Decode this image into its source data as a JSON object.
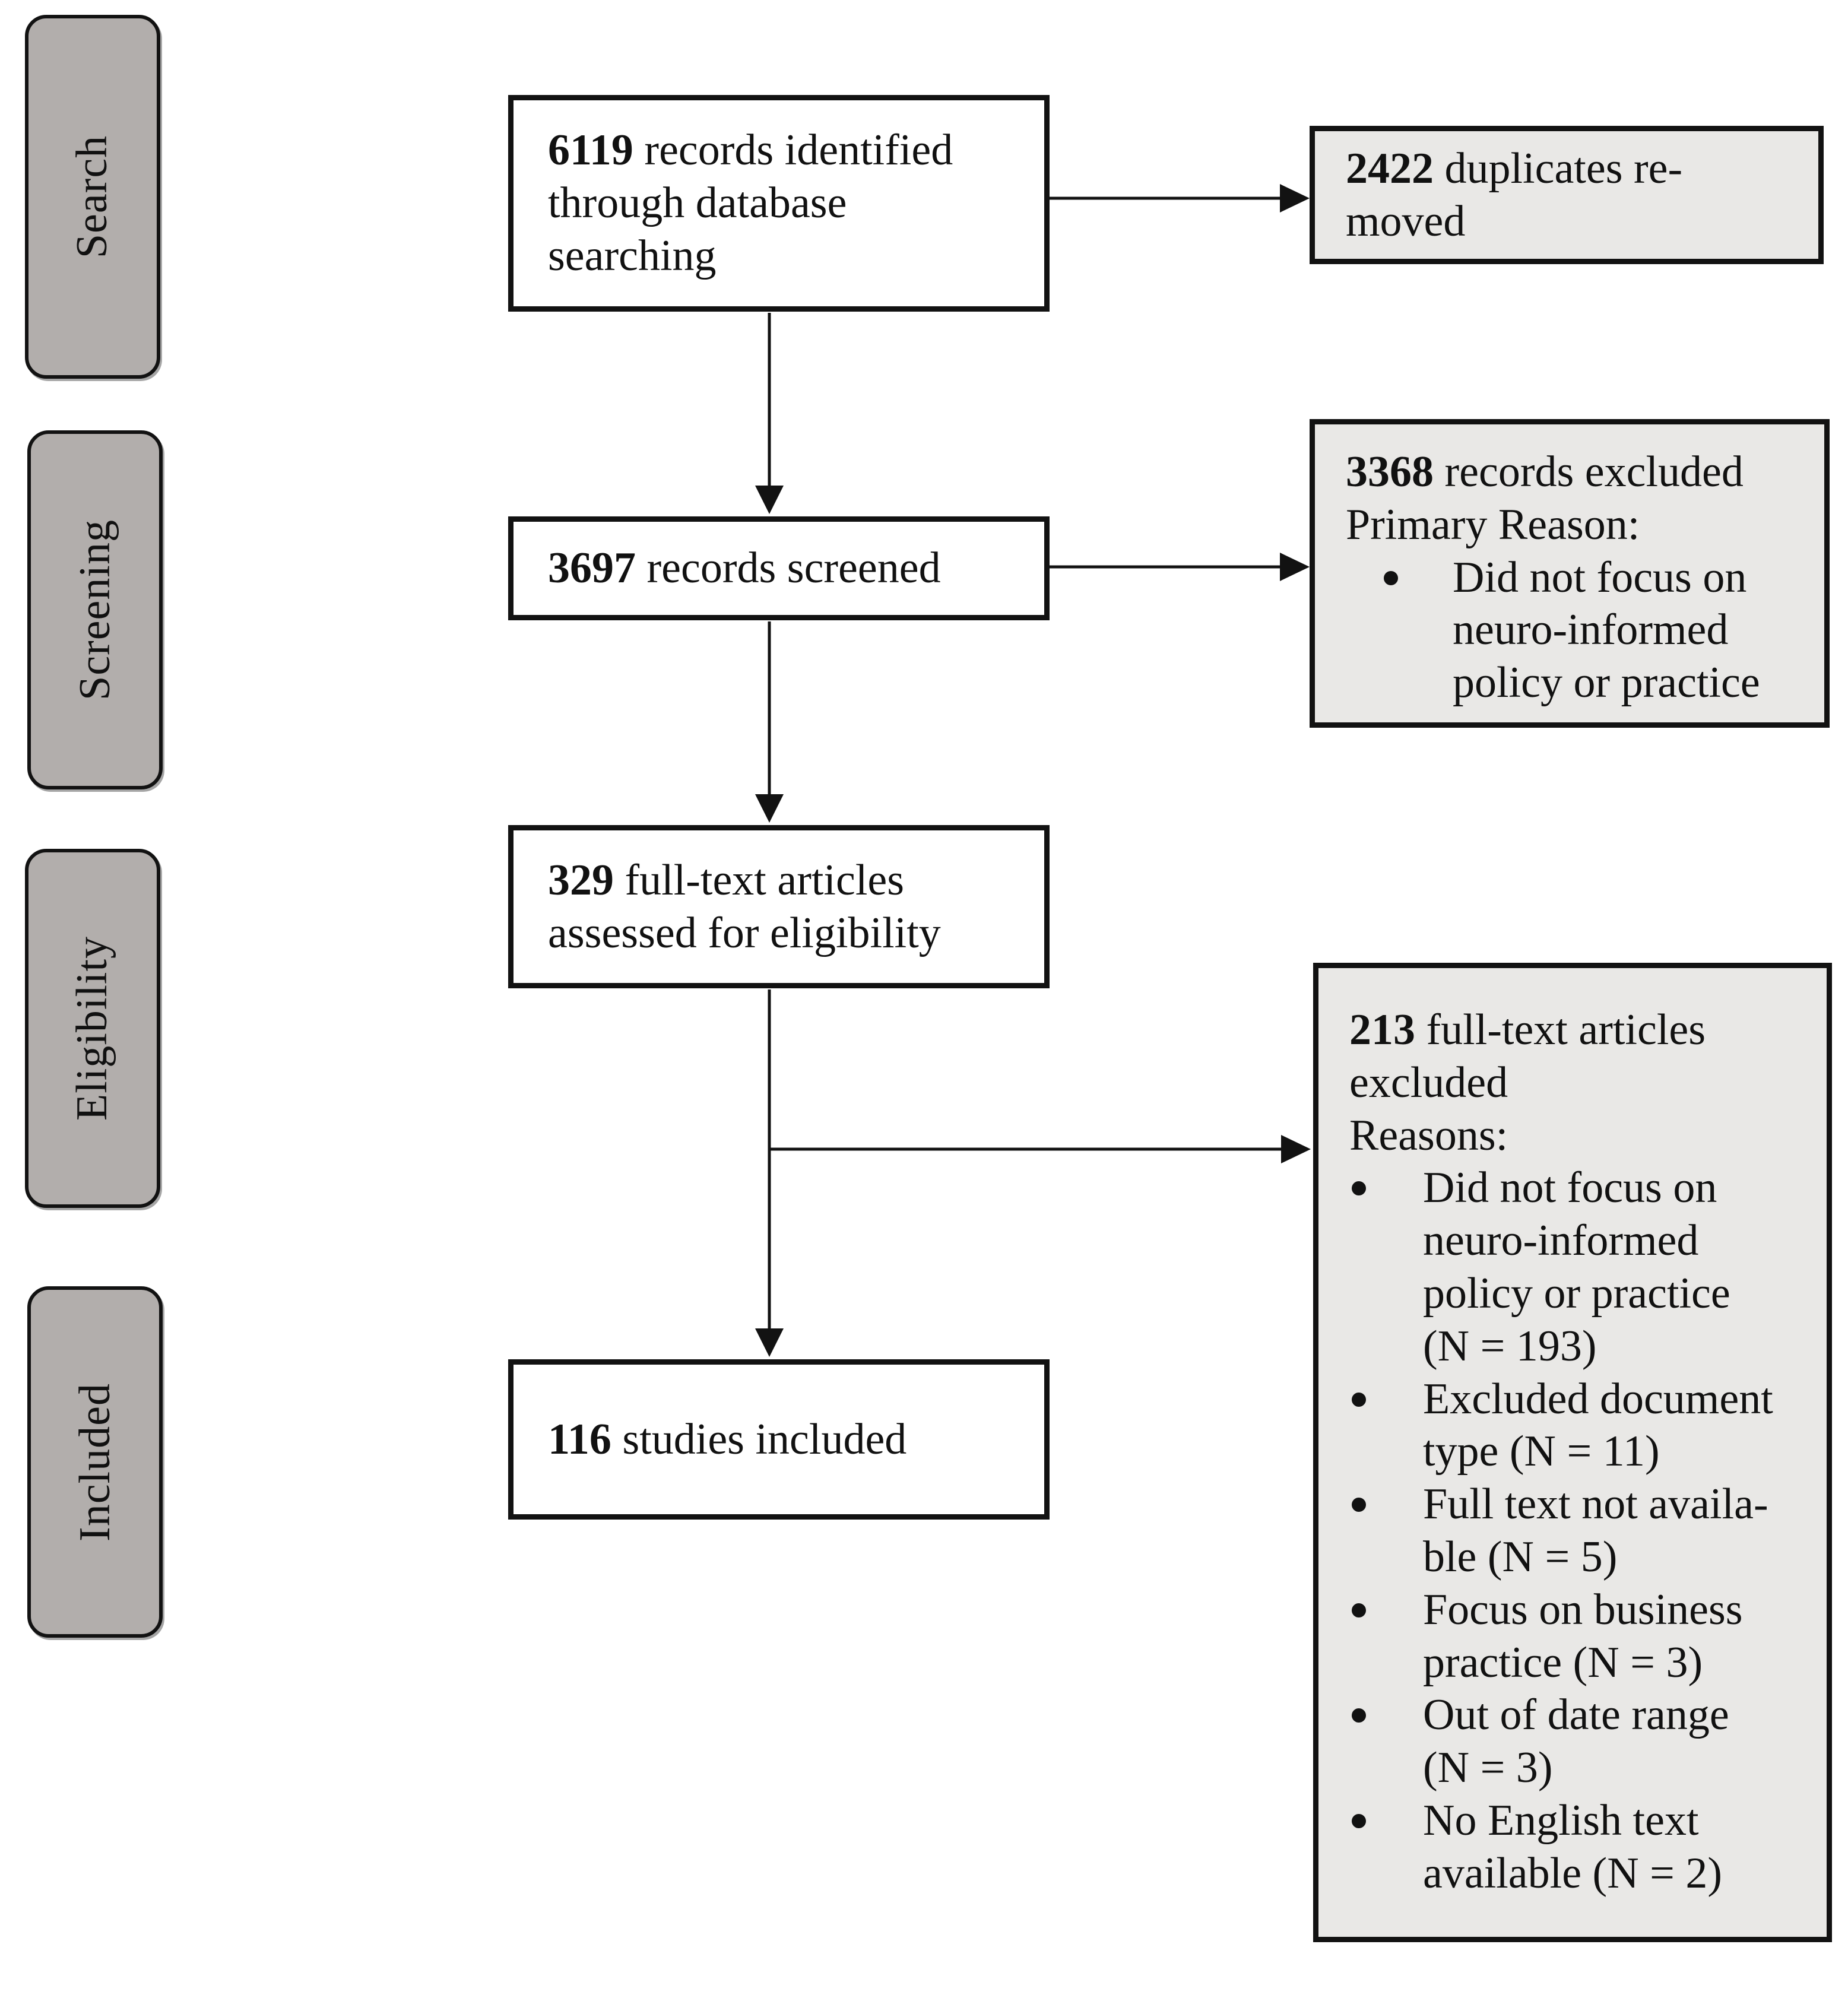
{
  "diagram": {
    "stages": [
      {
        "label": "Search"
      },
      {
        "label": "Screening"
      },
      {
        "label": "Eligibility"
      },
      {
        "label": "Included"
      }
    ],
    "flow_boxes": [
      {
        "num": "6119",
        "lines": [
          "records identified",
          "through database",
          "searching"
        ]
      },
      {
        "num": "3697",
        "lines": [
          "records screened"
        ]
      },
      {
        "num": "329",
        "lines": [
          "full-text articles",
          "assessed for eligibility"
        ]
      },
      {
        "num": "116",
        "lines": [
          "studies included"
        ]
      }
    ],
    "side_boxes": [
      {
        "num": "2422",
        "lines": [
          "duplicates re-",
          "moved"
        ]
      },
      {
        "num": "3368",
        "lines": [
          "records excluded",
          "Primary Reason:"
        ],
        "bullets": [
          {
            "lines": [
              "Did not focus on",
              "neuro-informed",
              "policy or practice"
            ]
          }
        ]
      },
      {
        "num": "213",
        "lines": [
          "full-text articles",
          "excluded",
          "Reasons:"
        ],
        "bullets": [
          {
            "lines": [
              "Did not focus on",
              "neuro-informed",
              "policy or practice",
              "(N = 193)"
            ]
          },
          {
            "lines": [
              "Excluded document",
              "type (N = 11)"
            ]
          },
          {
            "lines": [
              "Full text not availa-",
              "ble (N = 5)"
            ]
          },
          {
            "lines": [
              "Focus on business",
              "practice (N = 3)"
            ]
          },
          {
            "lines": [
              "Out of date range",
              "(N = 3)"
            ]
          },
          {
            "lines": [
              "No English text",
              "available (N = 2)"
            ]
          }
        ]
      }
    ],
    "colors": {
      "stage_fill": "#b2aeac",
      "side_fill": "#e9e8e6",
      "box_fill": "#ffffff",
      "border": "#121212",
      "text": "#111111"
    }
  }
}
